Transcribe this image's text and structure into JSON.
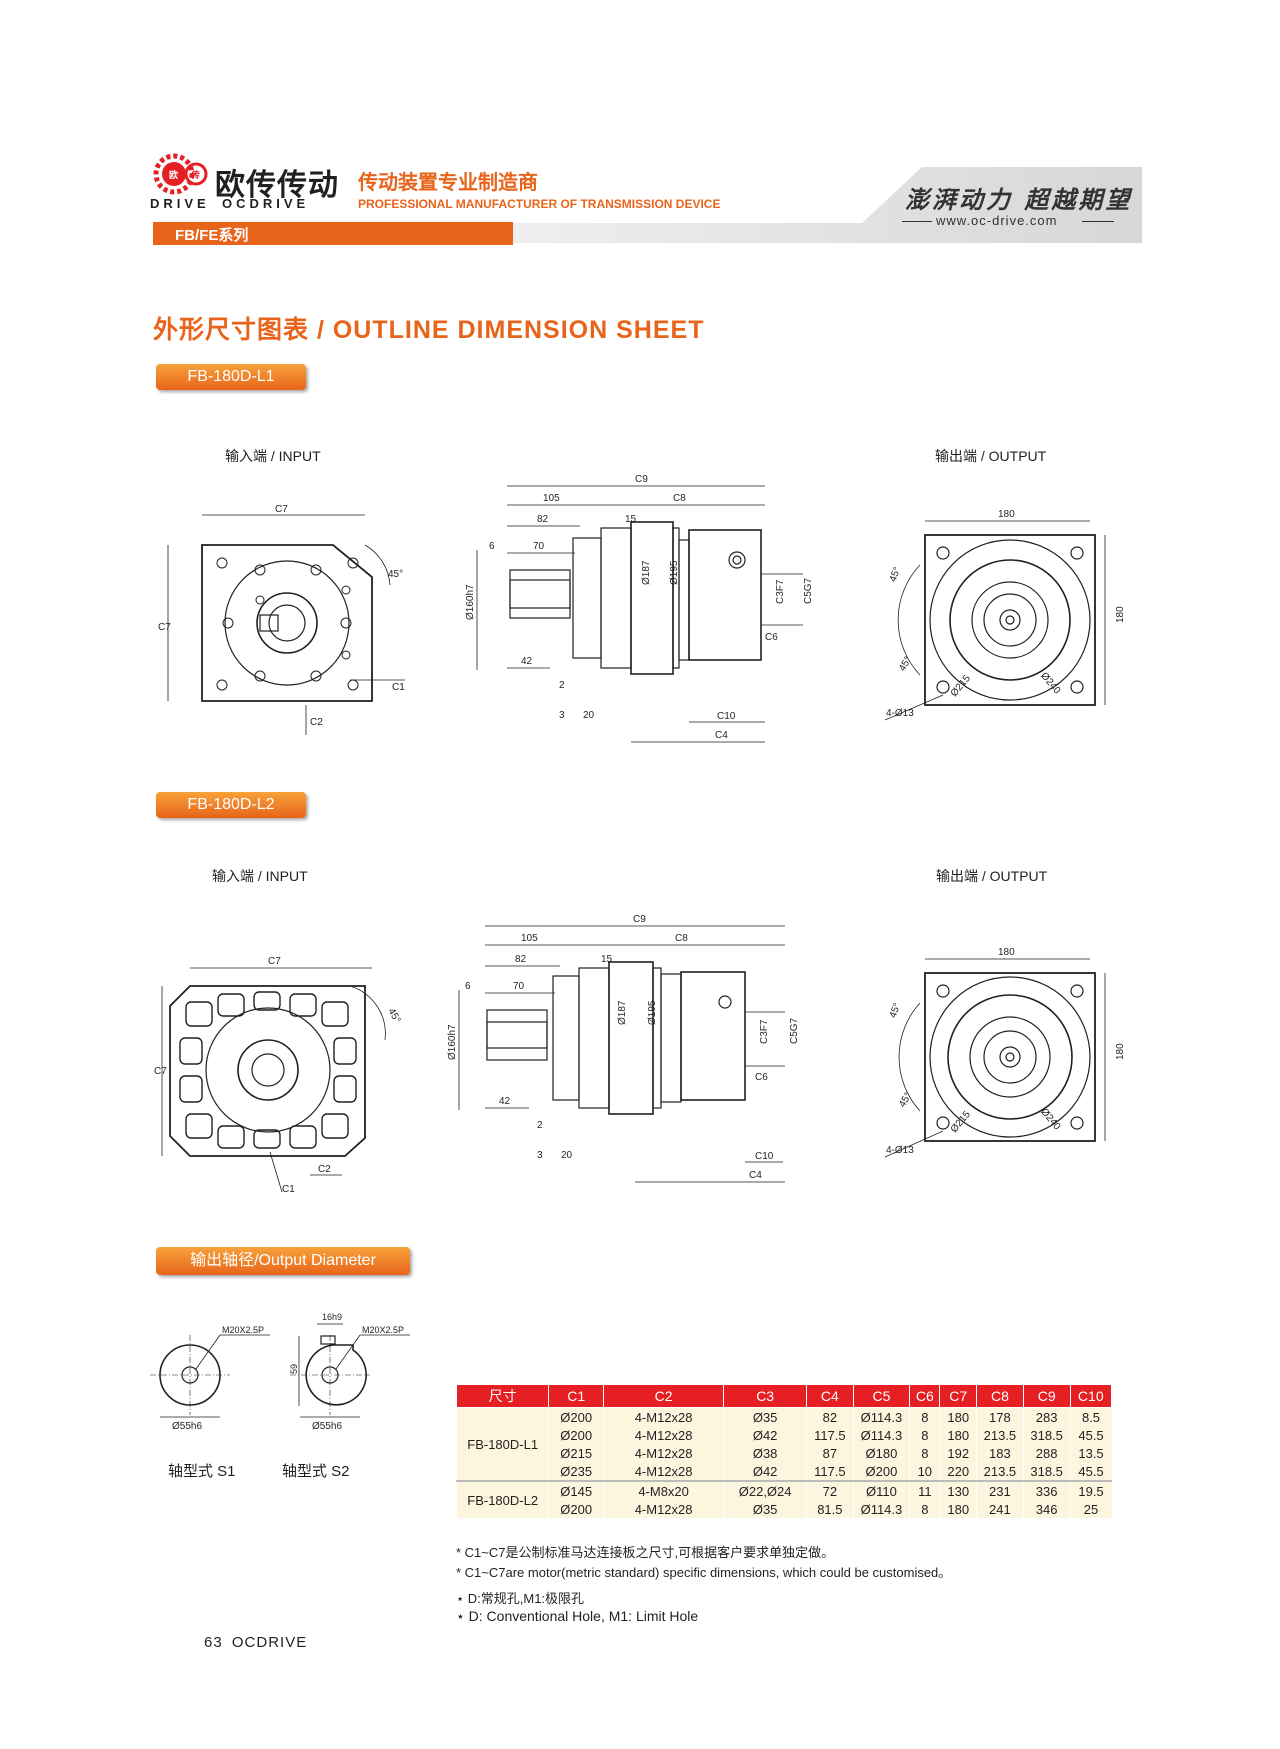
{
  "header": {
    "brand_cn": "欧传传动",
    "brand_mark": "DRIVE",
    "brand_en": "OCDRIVE",
    "tagline_cn": "传动装置专业制造商",
    "tagline_en": "PROFESSIONAL MANUFACTURER OF TRANSMISSION DEVICE",
    "slogan": "澎湃动力 超越期望",
    "website": "www.oc-drive.com",
    "series": "FB/FE系列"
  },
  "section_title": "外形尺寸图表 / OUTLINE DIMENSION SHEET",
  "models": [
    {
      "name": "FB-180D-L1",
      "input_label": "输入端 / INPUT",
      "output_label": "输出端 / OUTPUT"
    },
    {
      "name": "FB-180D-L2",
      "input_label": "输入端 / INPUT",
      "output_label": "输出端 / OUTPUT"
    }
  ],
  "drawing_labels": {
    "c1": "C1",
    "c2": "C2",
    "c3f7": "C3F7",
    "c4": "C4",
    "c5g7": "C5G7",
    "c6": "C6",
    "c7": "C7",
    "c8": "C8",
    "c9": "C9",
    "c10": "C10",
    "d105": "105",
    "d82": "82",
    "d15": "15",
    "d70": "70",
    "d6": "6",
    "d42": "42",
    "d2": "2",
    "d3": "3",
    "d20": "20",
    "dia187": "Ø187",
    "dia195": "Ø195",
    "dia160": "Ø160h7",
    "d180": "180",
    "dia215": "Ø215",
    "dia240": "Ø240",
    "holes": "4-Ø13",
    "angle": "45°"
  },
  "output_diameter": {
    "title": "输出轴径/Output Diameter",
    "s1_label": "轴型式 S1",
    "s2_label": "轴型式 S2",
    "thread": "M20X2.5P",
    "dia": "Ø55h6",
    "key": "16h9",
    "key_h": "59"
  },
  "table": {
    "headers": [
      "尺寸",
      "C1",
      "C2",
      "C3",
      "C4",
      "C5",
      "C6",
      "C7",
      "C8",
      "C9",
      "C10"
    ],
    "groups": [
      {
        "model": "FB-180D-L1",
        "rows": [
          [
            "Ø200",
            "4-M12x28",
            "Ø35",
            "82",
            "Ø114.3",
            "8",
            "180",
            "178",
            "283",
            "8.5"
          ],
          [
            "Ø200",
            "4-M12x28",
            "Ø42",
            "117.5",
            "Ø114.3",
            "8",
            "180",
            "213.5",
            "318.5",
            "45.5"
          ],
          [
            "Ø215",
            "4-M12x28",
            "Ø38",
            "87",
            "Ø180",
            "8",
            "192",
            "183",
            "288",
            "13.5"
          ],
          [
            "Ø235",
            "4-M12x28",
            "Ø42",
            "117.5",
            "Ø200",
            "10",
            "220",
            "213.5",
            "318.5",
            "45.5"
          ]
        ]
      },
      {
        "model": "FB-180D-L2",
        "rows": [
          [
            "Ø145",
            "4-M8x20",
            "Ø22,Ø24",
            "72",
            "Ø110",
            "11",
            "130",
            "231",
            "336",
            "19.5"
          ],
          [
            "Ø200",
            "4-M12x28",
            "Ø35",
            "81.5",
            "Ø114.3",
            "8",
            "180",
            "241",
            "346",
            "25"
          ]
        ]
      }
    ]
  },
  "notes": [
    "* C1~C7是公制标准马达连接板之尺寸,可根据客户要求单独定做。",
    "* C1~C7are motor(metric standard)  specific dimensions, which could be customised。",
    "⋆ D:常规孔,M1:极限孔",
    "⋆ D: Conventional Hole, M1: Limit Hole"
  ],
  "footer": {
    "page": "63",
    "brand": "OCDRIVE"
  },
  "colors": {
    "accent": "#e8641b",
    "table_header": "#e51f24",
    "table_body": "#fdf6df"
  }
}
